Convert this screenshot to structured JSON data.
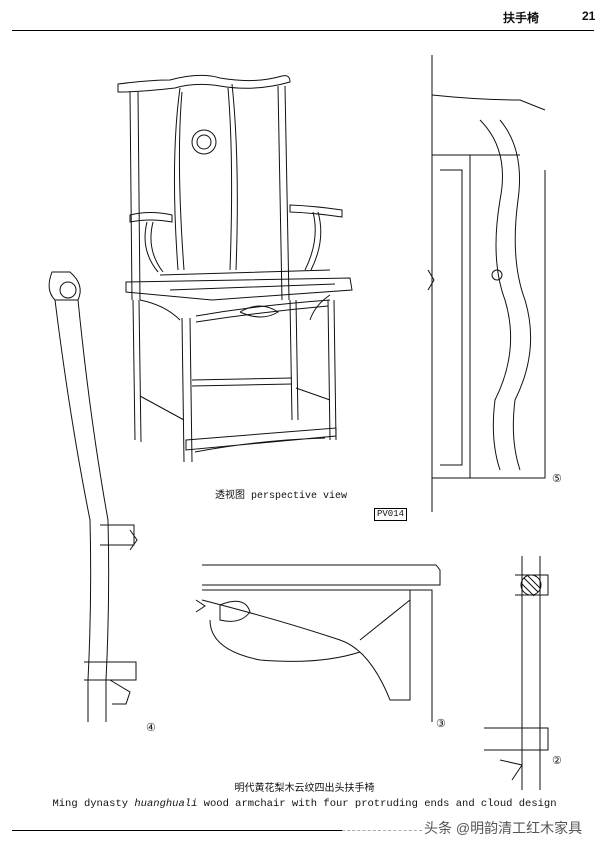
{
  "header": {
    "title": "扶手椅",
    "page_number": "21"
  },
  "drawing": {
    "view_label": "透视图 perspective view",
    "code": "PV014",
    "detail_numbers": [
      "⑤",
      "④",
      "③",
      "②"
    ]
  },
  "caption": {
    "chinese": "明代黄花梨木云纹四出头扶手椅",
    "english_prefix": "Ming dynasty ",
    "english_italic": "huanghuali",
    "english_suffix": " wood armchair with four protruding ends and cloud design"
  },
  "watermark": "头条 @明韵清工红木家具"
}
